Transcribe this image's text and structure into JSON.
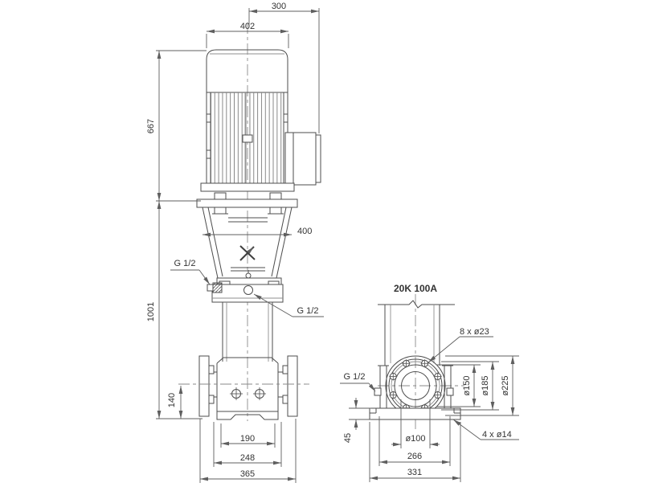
{
  "front_view": {
    "dim_motor_center_to_box": "300",
    "dim_motor_width": "402",
    "dim_motor_height": "667",
    "dim_coupling_section_width": "400",
    "dim_pump_height": "1001",
    "label_plug_left": "G 1/2",
    "label_plug_center": "G 1/2",
    "dim_port_center_height": "140",
    "dim_base_inner_width": "190",
    "dim_base_mid_width": "248",
    "dim_base_overall_width": "365"
  },
  "side_view": {
    "flange_designation": "20K 100A",
    "label_flange_bolt_holes": "8 x ø23",
    "label_plug_side": "G 1/2",
    "dim_raised_face_dia": "ø150",
    "dim_bolt_circle_dia": "ø185",
    "dim_flange_outer_dia": "ø225",
    "dim_foot_height": "45",
    "dim_bore_dia": "ø100",
    "label_foot_holes": "4 x ø14",
    "dim_foot_hole_spacing": "266",
    "dim_foot_overall_width": "331"
  },
  "colors": {
    "object_line": "#4d4d4d",
    "dimension_line": "#5f5f5f",
    "text": "#333333",
    "background": "#ffffff"
  }
}
